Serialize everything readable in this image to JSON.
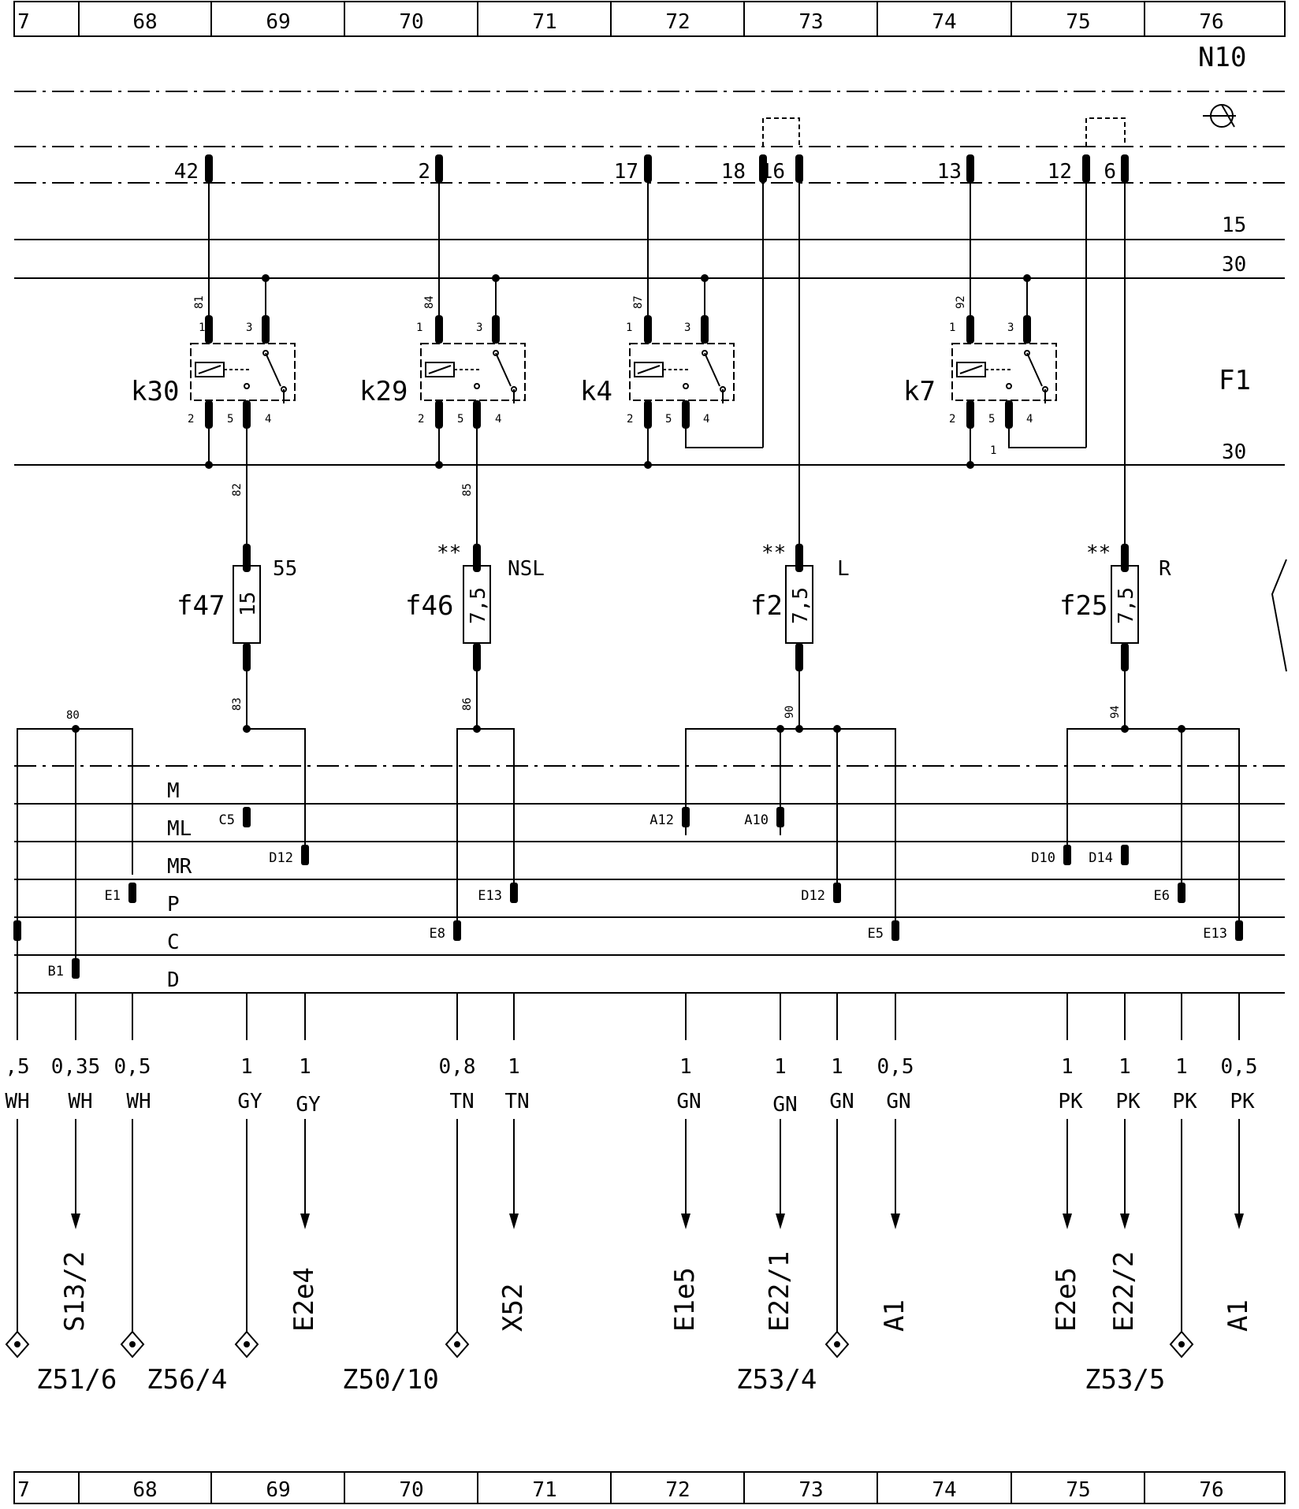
{
  "columns": [
    "7",
    "68",
    "69",
    "70",
    "71",
    "72",
    "73",
    "74",
    "75",
    "76"
  ],
  "panel_label": "N10",
  "rail_labels": {
    "r15": "15",
    "r30a": "30",
    "f1": "F1",
    "r30b": "30"
  },
  "top_connectors": [
    "42",
    "2",
    "17",
    "18",
    "16",
    "13",
    "12",
    "6"
  ],
  "relays": [
    {
      "name": "k30",
      "wire": "81",
      "out_wire": "82",
      "p1": "1",
      "p3": "3",
      "p2": "2",
      "p5": "5",
      "p4": "4"
    },
    {
      "name": "k29",
      "wire": "84",
      "out_wire": "85",
      "p1": "1",
      "p3": "3",
      "p2": "2",
      "p5": "5",
      "p4": "4"
    },
    {
      "name": "k4",
      "wire": "87",
      "p1": "1",
      "p3": "3",
      "p2": "2",
      "p5": "5",
      "p4": "4"
    },
    {
      "name": "k7",
      "wire": "92",
      "p1": "1",
      "p3": "3",
      "p2": "2",
      "p5": "5",
      "p4": "4",
      "extra": "1"
    }
  ],
  "fuses": [
    {
      "name": "f47",
      "rating": "15",
      "tag": "55",
      "mark": "",
      "wire_out": "83"
    },
    {
      "name": "f46",
      "rating": "7,5",
      "tag": "NSL",
      "mark": "**",
      "wire_out": "86"
    },
    {
      "name": "f2",
      "rating": "7,5",
      "tag": "L",
      "mark": "**",
      "wire_out": "90"
    },
    {
      "name": "f25",
      "rating": "7,5",
      "tag": "R",
      "mark": "**",
      "wire_out": "94"
    }
  ],
  "splice_label": "80",
  "bus_labels": [
    "M",
    "ML",
    "MR",
    "P",
    "C",
    "D"
  ],
  "bus_connectors": [
    "C5",
    "D12",
    "E1",
    "B1",
    "E8",
    "E13",
    "A12",
    "A10",
    "D12",
    "E5",
    "D10",
    "D14",
    "E6",
    "E13"
  ],
  "wires": [
    {
      "size": ",5",
      "color": "WH"
    },
    {
      "size": "0,35",
      "color": "WH",
      "dest": "S13/2"
    },
    {
      "size": "0,5",
      "color": "WH"
    },
    {
      "size": "1",
      "color": "GY"
    },
    {
      "size": "1",
      "color": "GY",
      "dest": "E2e4"
    },
    {
      "size": "0,8",
      "color": "TN"
    },
    {
      "size": "1",
      "color": "TN",
      "dest": "X52"
    },
    {
      "size": "1",
      "color": "GN",
      "dest": "E1e5"
    },
    {
      "size": "1",
      "color": "GN",
      "dest": "E22/1"
    },
    {
      "size": "1",
      "color": "GN"
    },
    {
      "size": "0,5",
      "color": "GN",
      "dest": "A1"
    },
    {
      "size": "1",
      "color": "PK",
      "dest": "E2e5"
    },
    {
      "size": "1",
      "color": "PK",
      "dest": "E22/2"
    },
    {
      "size": "1",
      "color": "PK"
    },
    {
      "size": "0,5",
      "color": "PK",
      "dest": "A1"
    }
  ],
  "grounds": [
    "Z51/6",
    "Z56/4",
    "Z50/10",
    "Z53/4",
    "Z53/5"
  ]
}
